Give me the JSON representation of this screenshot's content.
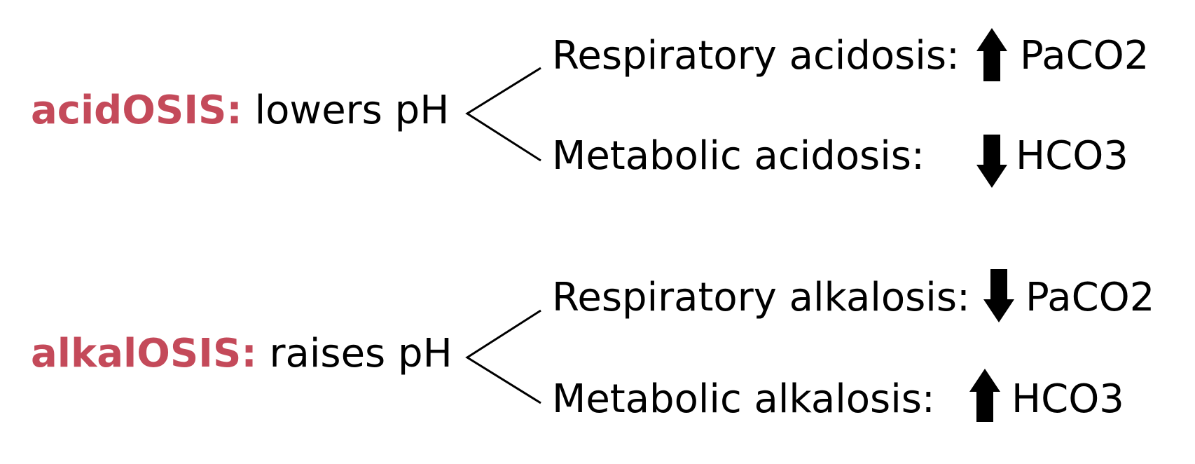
{
  "colors": {
    "accent": "#c44a5a",
    "text": "#000000"
  },
  "groups": [
    {
      "term": "acidOSIS:",
      "effect": "lowers pH",
      "branches": [
        {
          "label": "Respiratory acidosis:",
          "direction": "up-arrow",
          "value": "PaCO2"
        },
        {
          "label": "Metabolic acidosis:",
          "direction": "down-arrow",
          "value": "HCO3"
        }
      ]
    },
    {
      "term": "alkalOSIS:",
      "effect": "raises pH",
      "branches": [
        {
          "label": "Respiratory alkalosis:",
          "direction": "down-arrow",
          "value": "PaCO2"
        },
        {
          "label": "Metabolic alkalosis:",
          "direction": "up-arrow",
          "value": "HCO3"
        }
      ]
    }
  ]
}
